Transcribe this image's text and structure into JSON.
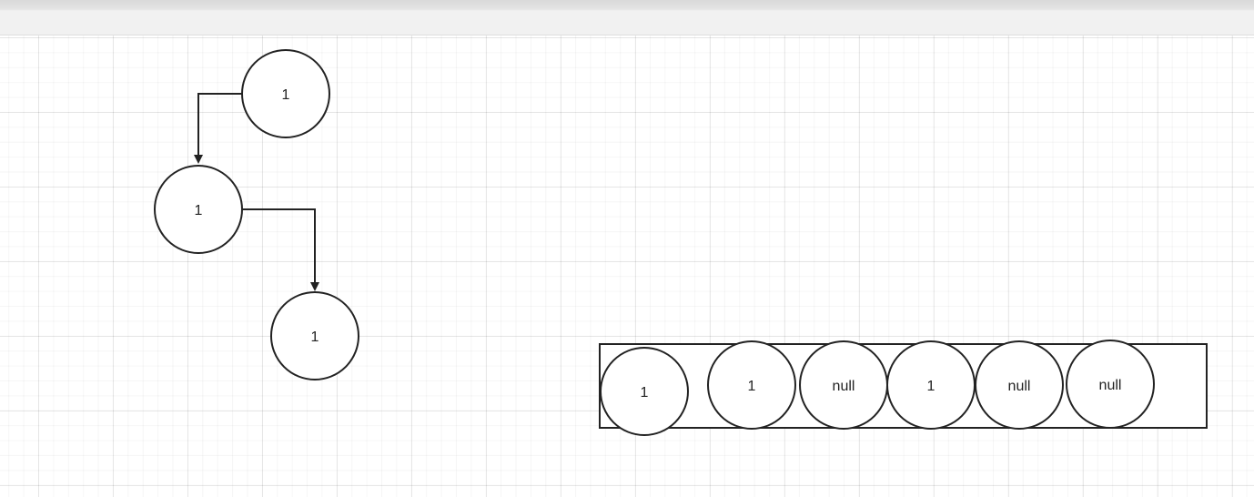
{
  "tree": {
    "nodes": [
      {
        "id": "root",
        "label": "1"
      },
      {
        "id": "left-child",
        "label": "1"
      },
      {
        "id": "right-grandchild",
        "label": "1"
      }
    ]
  },
  "array": {
    "cells": [
      "1",
      "1",
      "null",
      "1",
      "null",
      "null"
    ]
  },
  "colors": {
    "stroke": "#222222",
    "node_fill": "#ffffff",
    "canvas_bg": "#ffffff",
    "grid": "#e6e6e6"
  }
}
